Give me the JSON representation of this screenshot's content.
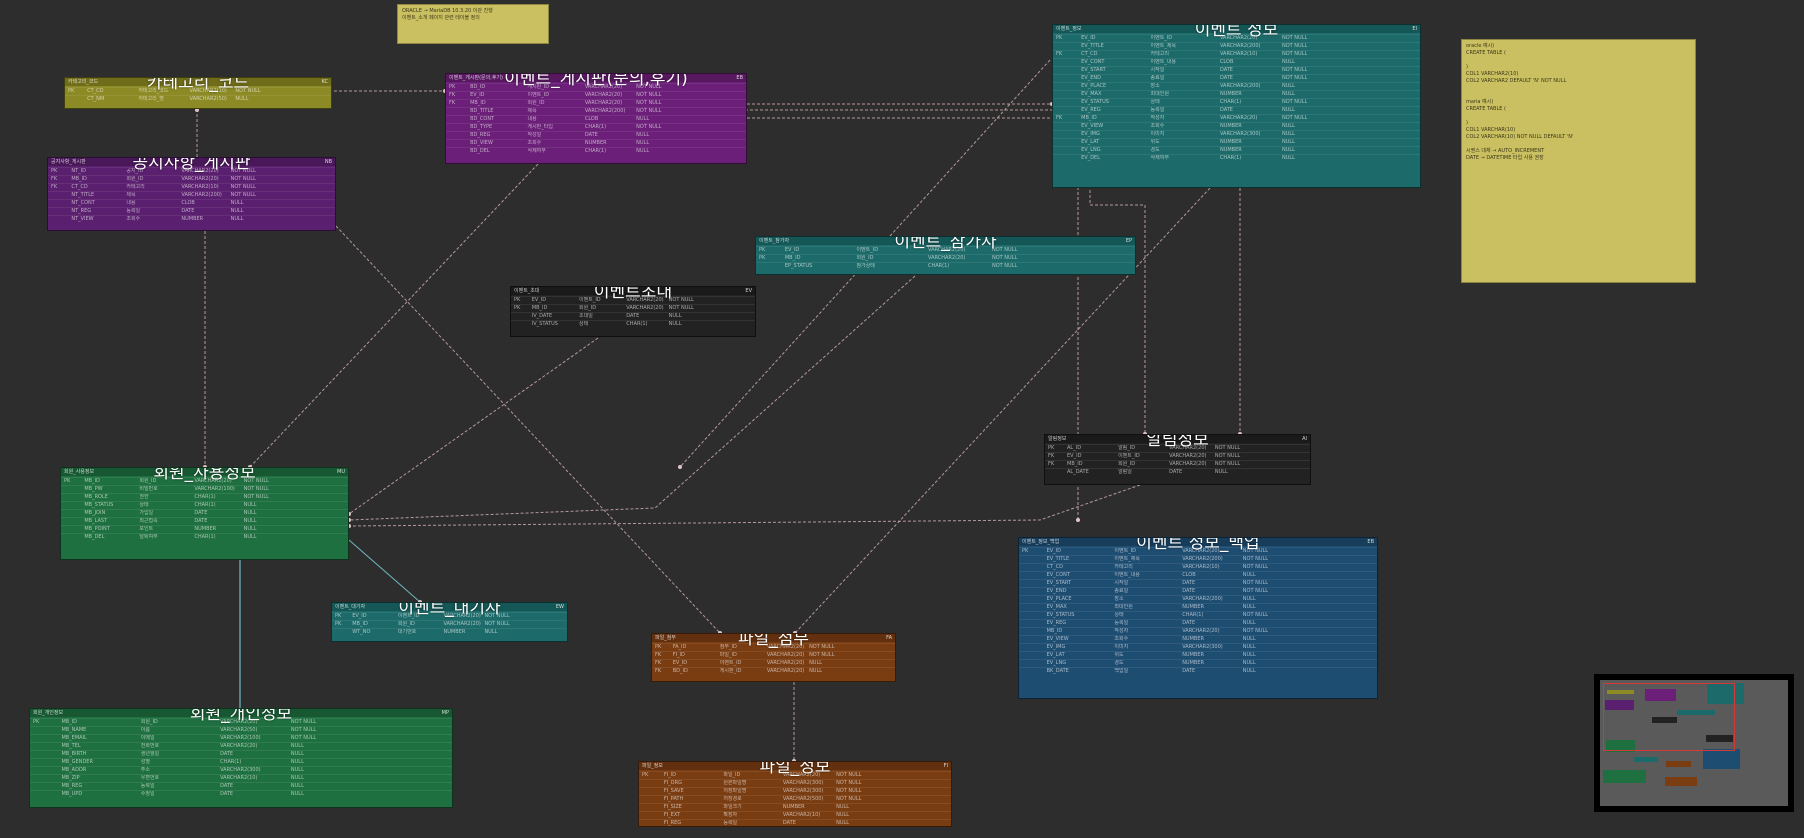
{
  "tables": [
    {
      "id": "category_code",
      "logical": "카테고리_코드",
      "physical": "카테고리_코드",
      "badge": "KC",
      "color": "#8c8a24",
      "header": "#6f6c1a",
      "rows": [
        [
          "PK",
          "CT_CD",
          "카테고리_코드",
          "VARCHAR2(10)",
          "NOT NULL"
        ],
        [
          "",
          "CT_NM",
          "카테고리_명",
          "VARCHAR2(50)",
          "NULL"
        ]
      ]
    },
    {
      "id": "event_board",
      "logical": "이벤트_게시판(문의,후기)",
      "physical": "이벤트_게시판(문의,후기)",
      "badge": "EB",
      "color": "#6b1f78",
      "header": "#57185f",
      "rows": [
        [
          "PK",
          "BD_ID",
          "게시판_ID",
          "VARCHAR2(20)",
          "NOT NULL"
        ],
        [
          "FK",
          "EV_ID",
          "이벤트_ID",
          "VARCHAR2(20)",
          "NOT NULL"
        ],
        [
          "FK",
          "MB_ID",
          "회원_ID",
          "VARCHAR2(20)",
          "NOT NULL"
        ],
        [
          "",
          "BD_TITLE",
          "제목",
          "VARCHAR2(200)",
          "NOT NULL"
        ],
        [
          "",
          "BD_CONT",
          "내용",
          "CLOB",
          "NULL"
        ],
        [
          "",
          "BD_TYPE",
          "게시판_타입",
          "CHAR(1)",
          "NOT NULL"
        ],
        [
          "",
          "BD_REG",
          "작성일",
          "DATE",
          "NULL"
        ],
        [
          "",
          "BD_VIEW",
          "조회수",
          "NUMBER",
          "NULL"
        ],
        [
          "",
          "BD_DEL",
          "삭제여부",
          "CHAR(1)",
          "NULL"
        ]
      ]
    },
    {
      "id": "notice_board",
      "logical": "공지사항_게시판",
      "physical": "공지사항_게시판",
      "badge": "NB",
      "color": "#5a1f6e",
      "header": "#491858",
      "rows": [
        [
          "PK",
          "NT_ID",
          "공지_ID",
          "VARCHAR2(20)",
          "NOT NULL"
        ],
        [
          "FK",
          "MB_ID",
          "회원_ID",
          "VARCHAR2(20)",
          "NOT NULL"
        ],
        [
          "FK",
          "CT_CD",
          "카테고리",
          "VARCHAR2(10)",
          "NOT NULL"
        ],
        [
          "",
          "NT_TITLE",
          "제목",
          "VARCHAR2(200)",
          "NOT NULL"
        ],
        [
          "",
          "NT_CONT",
          "내용",
          "CLOB",
          "NULL"
        ],
        [
          "",
          "NT_REG",
          "등록일",
          "DATE",
          "NULL"
        ],
        [
          "",
          "NT_VIEW",
          "조회수",
          "NUMBER",
          "NULL"
        ]
      ]
    },
    {
      "id": "event_info",
      "logical": "이벤트 정보",
      "physical": "이벤트_정보",
      "badge": "EI",
      "color": "#1c6b6a",
      "header": "#145756",
      "rows": [
        [
          "PK",
          "EV_ID",
          "이벤트_ID",
          "VARCHAR2(20)",
          "NOT NULL"
        ],
        [
          "",
          "EV_TITLE",
          "이벤트_제목",
          "VARCHAR2(200)",
          "NOT NULL"
        ],
        [
          "FK",
          "CT_CD",
          "카테고리",
          "VARCHAR2(10)",
          "NOT NULL"
        ],
        [
          "",
          "EV_CONT",
          "이벤트_내용",
          "CLOB",
          "NULL"
        ],
        [
          "",
          "EV_START",
          "시작일",
          "DATE",
          "NOT NULL"
        ],
        [
          "",
          "EV_END",
          "종료일",
          "DATE",
          "NOT NULL"
        ],
        [
          "",
          "EV_PLACE",
          "장소",
          "VARCHAR2(200)",
          "NULL"
        ],
        [
          "",
          "EV_MAX",
          "최대인원",
          "NUMBER",
          "NULL"
        ],
        [
          "",
          "EV_STATUS",
          "상태",
          "CHAR(1)",
          "NOT NULL"
        ],
        [
          "",
          "EV_REG",
          "등록일",
          "DATE",
          "NULL"
        ],
        [
          "FK",
          "MB_ID",
          "작성자",
          "VARCHAR2(20)",
          "NOT NULL"
        ],
        [
          "",
          "EV_VIEW",
          "조회수",
          "NUMBER",
          "NULL"
        ],
        [
          "",
          "EV_IMG",
          "이미지",
          "VARCHAR2(300)",
          "NULL"
        ],
        [
          "",
          "EV_LAT",
          "위도",
          "NUMBER",
          "NULL"
        ],
        [
          "",
          "EV_LNG",
          "경도",
          "NUMBER",
          "NULL"
        ],
        [
          "",
          "EV_DEL",
          "삭제여부",
          "CHAR(1)",
          "NULL"
        ]
      ]
    },
    {
      "id": "event_participant",
      "logical": "이벤트_참가자",
      "physical": "이벤트_참가자",
      "badge": "EP",
      "color": "#1c6b6a",
      "header": "#145756",
      "rows": [
        [
          "PK",
          "EV_ID",
          "이벤트_ID",
          "VARCHAR2(20)",
          "NOT NULL"
        ],
        [
          "PK",
          "MB_ID",
          "회원_ID",
          "VARCHAR2(20)",
          "NOT NULL"
        ],
        [
          "",
          "EP_STATUS",
          "참가상태",
          "CHAR(1)",
          "NOT NULL"
        ]
      ]
    },
    {
      "id": "event_invite",
      "logical": "이벤트초대",
      "physical": "이벤트_초대",
      "badge": "EV",
      "color": "#222222",
      "header": "#1a1a1a",
      "rows": [
        [
          "PK",
          "EV_ID",
          "이벤트_ID",
          "VARCHAR2(20)",
          "NOT NULL"
        ],
        [
          "PK",
          "MB_ID",
          "회원_ID",
          "VARCHAR2(20)",
          "NOT NULL"
        ],
        [
          "",
          "IV_DATE",
          "초대일",
          "DATE",
          "NULL"
        ],
        [
          "",
          "IV_STATUS",
          "상태",
          "CHAR(1)",
          "NULL"
        ]
      ]
    },
    {
      "id": "alarm_info",
      "logical": "알림정보",
      "physical": "알림정보",
      "badge": "AI",
      "color": "#222222",
      "header": "#1a1a1a",
      "rows": [
        [
          "PK",
          "AL_ID",
          "알림_ID",
          "VARCHAR2(20)",
          "NOT NULL"
        ],
        [
          "FK",
          "EV_ID",
          "이벤트_ID",
          "VARCHAR2(20)",
          "NOT NULL"
        ],
        [
          "FK",
          "MB_ID",
          "회원_ID",
          "VARCHAR2(20)",
          "NOT NULL"
        ],
        [
          "",
          "AL_DATE",
          "알림일",
          "DATE",
          "NULL"
        ]
      ]
    },
    {
      "id": "member_account",
      "logical": "회원_사용정보",
      "physical": "회원_사용정보",
      "badge": "MU",
      "color": "#1f7040",
      "header": "#175832",
      "rows": [
        [
          "PK",
          "MB_ID",
          "회원_ID",
          "VARCHAR2(20)",
          "NOT NULL"
        ],
        [
          "",
          "MB_PW",
          "비밀번호",
          "VARCHAR2(100)",
          "NOT NULL"
        ],
        [
          "",
          "MB_ROLE",
          "권한",
          "CHAR(1)",
          "NOT NULL"
        ],
        [
          "",
          "MB_STATUS",
          "상태",
          "CHAR(1)",
          "NULL"
        ],
        [
          "",
          "MB_JOIN",
          "가입일",
          "DATE",
          "NULL"
        ],
        [
          "",
          "MB_LAST",
          "최근접속",
          "DATE",
          "NULL"
        ],
        [
          "",
          "MB_POINT",
          "포인트",
          "NUMBER",
          "NULL"
        ],
        [
          "",
          "MB_DEL",
          "탈퇴여부",
          "CHAR(1)",
          "NULL"
        ]
      ]
    },
    {
      "id": "event_backup",
      "logical": "이벤트 정보_백업",
      "physical": "이벤트_정보_백업",
      "badge": "EB",
      "color": "#1e4d72",
      "header": "#173d5b",
      "rows": [
        [
          "PK",
          "EV_ID",
          "이벤트_ID",
          "VARCHAR2(20)",
          "NOT NULL"
        ],
        [
          "",
          "EV_TITLE",
          "이벤트_제목",
          "VARCHAR2(200)",
          "NOT NULL"
        ],
        [
          "",
          "CT_CD",
          "카테고리",
          "VARCHAR2(10)",
          "NOT NULL"
        ],
        [
          "",
          "EV_CONT",
          "이벤트_내용",
          "CLOB",
          "NULL"
        ],
        [
          "",
          "EV_START",
          "시작일",
          "DATE",
          "NOT NULL"
        ],
        [
          "",
          "EV_END",
          "종료일",
          "DATE",
          "NOT NULL"
        ],
        [
          "",
          "EV_PLACE",
          "장소",
          "VARCHAR2(200)",
          "NULL"
        ],
        [
          "",
          "EV_MAX",
          "최대인원",
          "NUMBER",
          "NULL"
        ],
        [
          "",
          "EV_STATUS",
          "상태",
          "CHAR(1)",
          "NOT NULL"
        ],
        [
          "",
          "EV_REG",
          "등록일",
          "DATE",
          "NULL"
        ],
        [
          "",
          "MB_ID",
          "작성자",
          "VARCHAR2(20)",
          "NOT NULL"
        ],
        [
          "",
          "EV_VIEW",
          "조회수",
          "NUMBER",
          "NULL"
        ],
        [
          "",
          "EV_IMG",
          "이미지",
          "VARCHAR2(300)",
          "NULL"
        ],
        [
          "",
          "EV_LAT",
          "위도",
          "NUMBER",
          "NULL"
        ],
        [
          "",
          "EV_LNG",
          "경도",
          "NUMBER",
          "NULL"
        ],
        [
          "",
          "BK_DATE",
          "백업일",
          "DATE",
          "NULL"
        ]
      ]
    },
    {
      "id": "event_waiting",
      "logical": "이벤트_대기자",
      "physical": "이벤트_대기자",
      "badge": "EW",
      "color": "#1c6b6a",
      "header": "#145756",
      "rows": [
        [
          "PK",
          "EV_ID",
          "이벤트_ID",
          "VARCHAR2(20)",
          "NOT NULL"
        ],
        [
          "PK",
          "MB_ID",
          "회원_ID",
          "VARCHAR2(20)",
          "NOT NULL"
        ],
        [
          "",
          "WT_NO",
          "대기번호",
          "NUMBER",
          "NULL"
        ]
      ]
    },
    {
      "id": "file_attach",
      "logical": "파일_첨부",
      "physical": "파일_첨부",
      "badge": "FA",
      "color": "#7a3d12",
      "header": "#62300e",
      "rows": [
        [
          "PK",
          "FA_ID",
          "첨부_ID",
          "VARCHAR2(20)",
          "NOT NULL"
        ],
        [
          "FK",
          "FI_ID",
          "파일_ID",
          "VARCHAR2(20)",
          "NOT NULL"
        ],
        [
          "FK",
          "EV_ID",
          "이벤트_ID",
          "VARCHAR2(20)",
          "NULL"
        ],
        [
          "FK",
          "BD_ID",
          "게시판_ID",
          "VARCHAR2(20)",
          "NULL"
        ]
      ]
    },
    {
      "id": "member_personal",
      "logical": "회원_개인정보",
      "physical": "회원_개인정보",
      "badge": "MP",
      "color": "#1f7040",
      "header": "#175832",
      "rows": [
        [
          "PK",
          "MB_ID",
          "회원_ID",
          "VARCHAR2(20)",
          "NOT NULL"
        ],
        [
          "",
          "MB_NAME",
          "이름",
          "VARCHAR2(50)",
          "NOT NULL"
        ],
        [
          "",
          "MB_EMAIL",
          "이메일",
          "VARCHAR2(100)",
          "NOT NULL"
        ],
        [
          "",
          "MB_TEL",
          "전화번호",
          "VARCHAR2(20)",
          "NULL"
        ],
        [
          "",
          "MB_BIRTH",
          "생년월일",
          "DATE",
          "NULL"
        ],
        [
          "",
          "MB_GENDER",
          "성별",
          "CHAR(1)",
          "NULL"
        ],
        [
          "",
          "MB_ADDR",
          "주소",
          "VARCHAR2(300)",
          "NULL"
        ],
        [
          "",
          "MB_ZIP",
          "우편번호",
          "VARCHAR2(10)",
          "NULL"
        ],
        [
          "",
          "MB_REG",
          "등록일",
          "DATE",
          "NULL"
        ],
        [
          "",
          "MB_UPD",
          "수정일",
          "DATE",
          "NULL"
        ]
      ]
    },
    {
      "id": "file_info",
      "logical": "파일_정보",
      "physical": "파일_정보",
      "badge": "FI",
      "color": "#7a3d12",
      "header": "#62300e",
      "rows": [
        [
          "PK",
          "FI_ID",
          "파일_ID",
          "VARCHAR2(20)",
          "NOT NULL"
        ],
        [
          "",
          "FI_ORG",
          "원본파일명",
          "VARCHAR2(300)",
          "NOT NULL"
        ],
        [
          "",
          "FI_SAVE",
          "저장파일명",
          "VARCHAR2(300)",
          "NOT NULL"
        ],
        [
          "",
          "FI_PATH",
          "저장경로",
          "VARCHAR2(500)",
          "NOT NULL"
        ],
        [
          "",
          "FI_SIZE",
          "파일크기",
          "NUMBER",
          "NULL"
        ],
        [
          "",
          "FI_EXT",
          "확장자",
          "VARCHAR2(10)",
          "NULL"
        ],
        [
          "",
          "FI_REG",
          "등록일",
          "DATE",
          "NULL"
        ]
      ]
    }
  ],
  "notes": [
    {
      "id": "db_note",
      "lines": [
        "ORACLE → MariaDB 10.3.20 이관 진행",
        "이벤트_소개 페이지 관련 테이블 정의"
      ]
    },
    {
      "id": "syntax_note",
      "lines": [
        "oracle 예시)",
        "CREATE TABLE (",
        "",
        ")",
        "COL1 VARCHAR2(10)",
        "COL2 VARCHAR2 DEFAULT 'N' NOT NULL",
        "",
        "",
        "maria 예시)",
        "CREATE TABLE (",
        "",
        ")",
        "COL1 VARCHAR(10)",
        "COL2 VARCHAR(10) NOT NULL DEFAULT 'N'",
        "",
        "시퀀스 대체 → AUTO_INCREMENT",
        "DATE → DATETIME 타입 사용 권장"
      ]
    }
  ]
}
